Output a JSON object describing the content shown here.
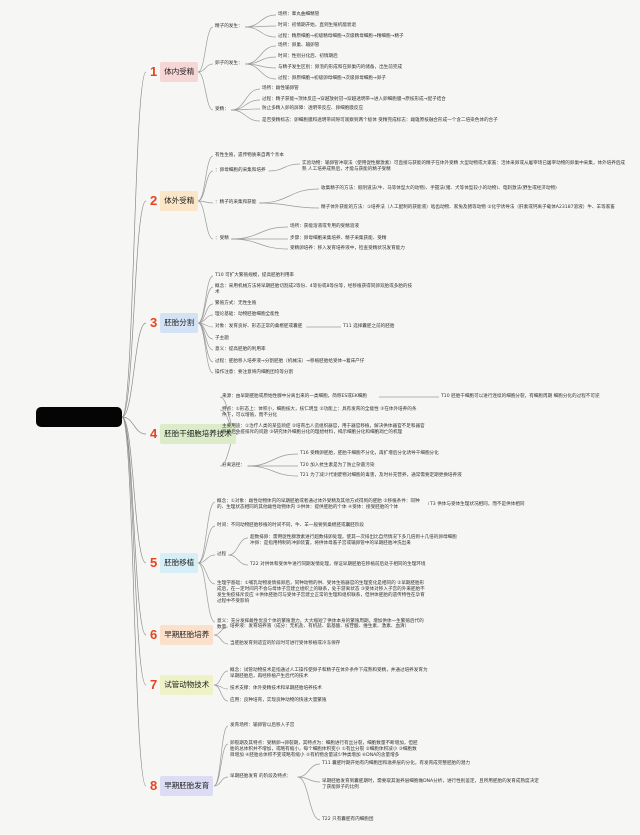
{
  "root": {
    "label": ""
  },
  "topics": [
    {
      "num": "1",
      "label": "体内受精",
      "color": "#f7d6d6",
      "children": [
        {
          "label": "精子的发生：",
          "children": [
            "场所：睾丸曲细精管",
            "时间：初情期开始，直到生殖机能衰退",
            "过程：精原细胞→初级精母细胞→次级精母细胞→精细胞→精子"
          ]
        },
        {
          "label": "卵子的发生：",
          "children": [
            "场所：卵巢、输卵管",
            "时间：性别分化后、初情期后",
            "与精子发生区别：卵泡的形成和在卵巢内的储备，出生前完成",
            "过程：卵原细胞→初级卵母细胞→次级卵母细胞→卵子"
          ]
        },
        {
          "label": "受精：",
          "children": [
            "场所：雌性输卵管",
            "过程：精子获能→顶体反应→穿越放射冠→穿越透明带→进入卵细胞膜→原核形成→配子结合",
            "防止多精入卵的屏障：透明带反应、卵细胞膜反应",
            "是否受精标志：卵细胞膜和透明带间隙可观察到两个极体 受精完成标志：雌雄原核融合形成一个含二倍染色体的合子"
          ]
        }
      ]
    },
    {
      "num": "2",
      "label": "体外受精",
      "color": "#fbe7c8",
      "children": [
        {
          "label": "有性生殖，遗传物质来自两个亲本",
          "children": []
        },
        {
          "label": "：卵母细胞的采集和培养",
          "children": [
            "实验动物：输卵管冲取法（使用促性腺激素）可直接与获能的精子在体外受精 大型动物或大家畜：活体采卵或从屠宰场已屠宰动物的卵巢中采集，体外培养后成熟 人工培养成熟后，才能与获能的精子受精"
          ]
        },
        {
          "label": "：精子的采集和获能",
          "children": [
            "收集精子的方法：假阴道法(牛、马等体型大的动物)、手握法(猪、犬等体型较小的动物)、电刺激法(野生或经济动物)",
            "精子体外获能的方法：①培养法（人工配制的获能液）啮齿动物、家兔及猪等动物 ②化学诱导法（肝素或钙离子载体A23187溶液）牛、羊等家畜"
          ]
        },
        {
          "label": "：受精",
          "children": [
            "场所：获能溶液或专用的受精溶液",
            "步骤：卵母细胞采集培养、精子采集获能、受精",
            "受精卵培养：移入发育培养液中，检查受精状况发育能力"
          ]
        }
      ]
    },
    {
      "num": "3",
      "label": "胚胎分割",
      "color": "#d3e3f5",
      "children": [
        {
          "label": "T10 可扩大繁殖规模，提高胚胎利用率",
          "children": []
        },
        {
          "label": "概念：采用机械方法将早期胚胎切割成2等份、4等份或8等份等，经移植获得同卵双胎或多胎的技术",
          "children": []
        },
        {
          "label": "繁殖方式：无性生殖",
          "children": []
        },
        {
          "label": "理论基础：动物胚胎细胞全能性",
          "children": []
        },
        {
          "label": "对象：发育良好、形态正常的桑椹胚或囊胚",
          "children": [
            "T11 选择囊胚之前的胚胎"
          ]
        },
        {
          "label": "子主题",
          "children": []
        },
        {
          "label": "意义：提高胚胎的利用率",
          "children": []
        },
        {
          "label": "过程：胚胎移入培养液→分割胚胎（机械法）→移植胚胎给受体→着床产仔",
          "children": []
        },
        {
          "label": "操作注意：要注意将内细胞团均等分割",
          "children": []
        }
      ]
    },
    {
      "num": "4",
      "label": "胚胎干细胞培养技术",
      "color": "#dcecc9",
      "children": [
        {
          "label": "来源：由早期胚胎或原始性腺中分离出来的一类细胞，简称ES或EK细胞",
          "children": [
            "T10 胚胎干细胞可以进行连续的细胞分裂，有细胞周期 细胞分化的过程不可逆"
          ]
        },
        {
          "label": "特点：①形态上：体积小，细胞核大，核仁明显 ②功能上：具有发育的全能性 ③在体外培养的条件下，可以增殖，而不分化",
          "children": []
        },
        {
          "label": "主要用途：①治疗人类的某些顽症 ②培育出人造组织器官，用于器官移植，解决供体器官不足和器官移植后免疫排斥的问题 ③研究体外细胞分化的理想材料，揭示细胞分化和细胞凋亡的机理",
          "children": []
        },
        {
          "label": "分离途径：",
          "children": [
            "T16 受精卵胚胎，胚胎干细胞不分化，再扩增后分化诱导干细胞分化",
            "T20 加入抗生素是为了防止杂菌污染",
            "T21 为了减少代谢废物对细胞的毒害，及时补充营养，通常需要定期更换培养液"
          ]
        }
      ]
    },
    {
      "num": "5",
      "label": "胚胎移植",
      "color": "#d6eef5",
      "children": [
        {
          "label": "概念：①对象：雌性动物体内的早期胚胎或者通过体外受精及其他方式得到的胚胎 ②移植条件：同种的、生理状态相同的其他雌性动物体内 ③供体：提供胚胎的个体 ④受体：接受胚胎的个体",
          "children": [
            "T3 供体与受体生理状况相同，而不是供体相同"
          ]
        },
        {
          "label": "时间：不同动物胚胎移植的时间不同，牛、羊一般要到桑椹胚或囊胚阶段",
          "children": []
        },
        {
          "label": "过程",
          "children": [
            "超数排卵：需用促性腺激素进行超数排卵处理，使其一次排出比自然情况下多几倍到十几倍的卵母细胞 冲卵：是指用特制的冲卵装置，将供体母畜子宫或输卵管中的早期胚胎冲洗出来",
            "T22 对供体和受体牛进行同期发情处理，保证早期胚胎在移植前后处于相同的生理环境"
          ]
        },
        {
          "label": "生理学基础：①哺乳动物发情排卵后，同种动物的供、受体生殖器官的生理变化是相同的 ②早期胚胎形成后，在一定时间内不会与母体子宫建立组织上的联系，处于游离状态 ③受体对移入子宫的外来胚胎不发生免疫排斥反应 ④供体胚胎可与受体子宫建立正常的生理和组织联系，但供体胚胎的遗传特性在孕育过程中不受影响",
          "children": []
        },
        {
          "label": "意义：充分发挥雌性优良个体的繁殖潜力，大大缩短了供体本身的繁殖周期，增加供体一生繁殖后代的数量",
          "children": []
        }
      ]
    },
    {
      "num": "6",
      "label": "早期胚胎培养",
      "color": "#fbe0cc",
      "children": [
        {
          "label": "培养液：发育培养液（成分：无机盐、有机盐、氨基酸、核苷酸、维生素、激素、血清）",
          "children": []
        },
        {
          "label": "当胚胎发育到适宜的阶段时可进行受体移植或冷冻保存",
          "children": []
        }
      ]
    },
    {
      "num": "7",
      "label": "试管动物技术",
      "color": "#eef2c6",
      "children": [
        {
          "label": "概念：试管动物技术是指通过人工操作使卵子和精子在体外条件下成熟和受精，并通过培养发育为早期胚胎后，再经移植产生后代的技术",
          "children": []
        },
        {
          "label": "技术支撑：体外受精技术和早期胚胎培养技术",
          "children": []
        },
        {
          "label": "应用：良种培育，实现良种动物的快速大量繁殖",
          "children": []
        }
      ]
    },
    {
      "num": "8",
      "label": "早期胚胎发育",
      "color": "#dcdcf4",
      "children": [
        {
          "label": "发育场所：输卵管以后移入子宫",
          "children": []
        },
        {
          "label": "卵裂期及其特点：受精卵→卵裂期，其特点为：细胞进行有丝分裂，细胞数量不断增加，但胚胎的总体积并不增加，或略有缩小，每个细胞体积变小 ①有丝分裂 ②细胞体积减小 ③细胞数目增加 ④胚胎总体积不变或略有缩小 ⑤有机物含量减少种类增加 ⑥DNA的含量增多",
          "children": []
        },
        {
          "label": "早期胚胎发育 的阶段及特点：",
          "children": [
            "T11 囊胚时期开始有内细胞团和滋养层的分化，有发育成完整胚胎的潜力",
            "早期胚胎发育到囊胚期时，需要取其滋养层细胞做DNA分析，进行性别鉴定，且所用胚胎的发育成熟度决定了获能卵子的比例",
            "T22 只有囊胚有内细胞团"
          ]
        }
      ]
    }
  ]
}
